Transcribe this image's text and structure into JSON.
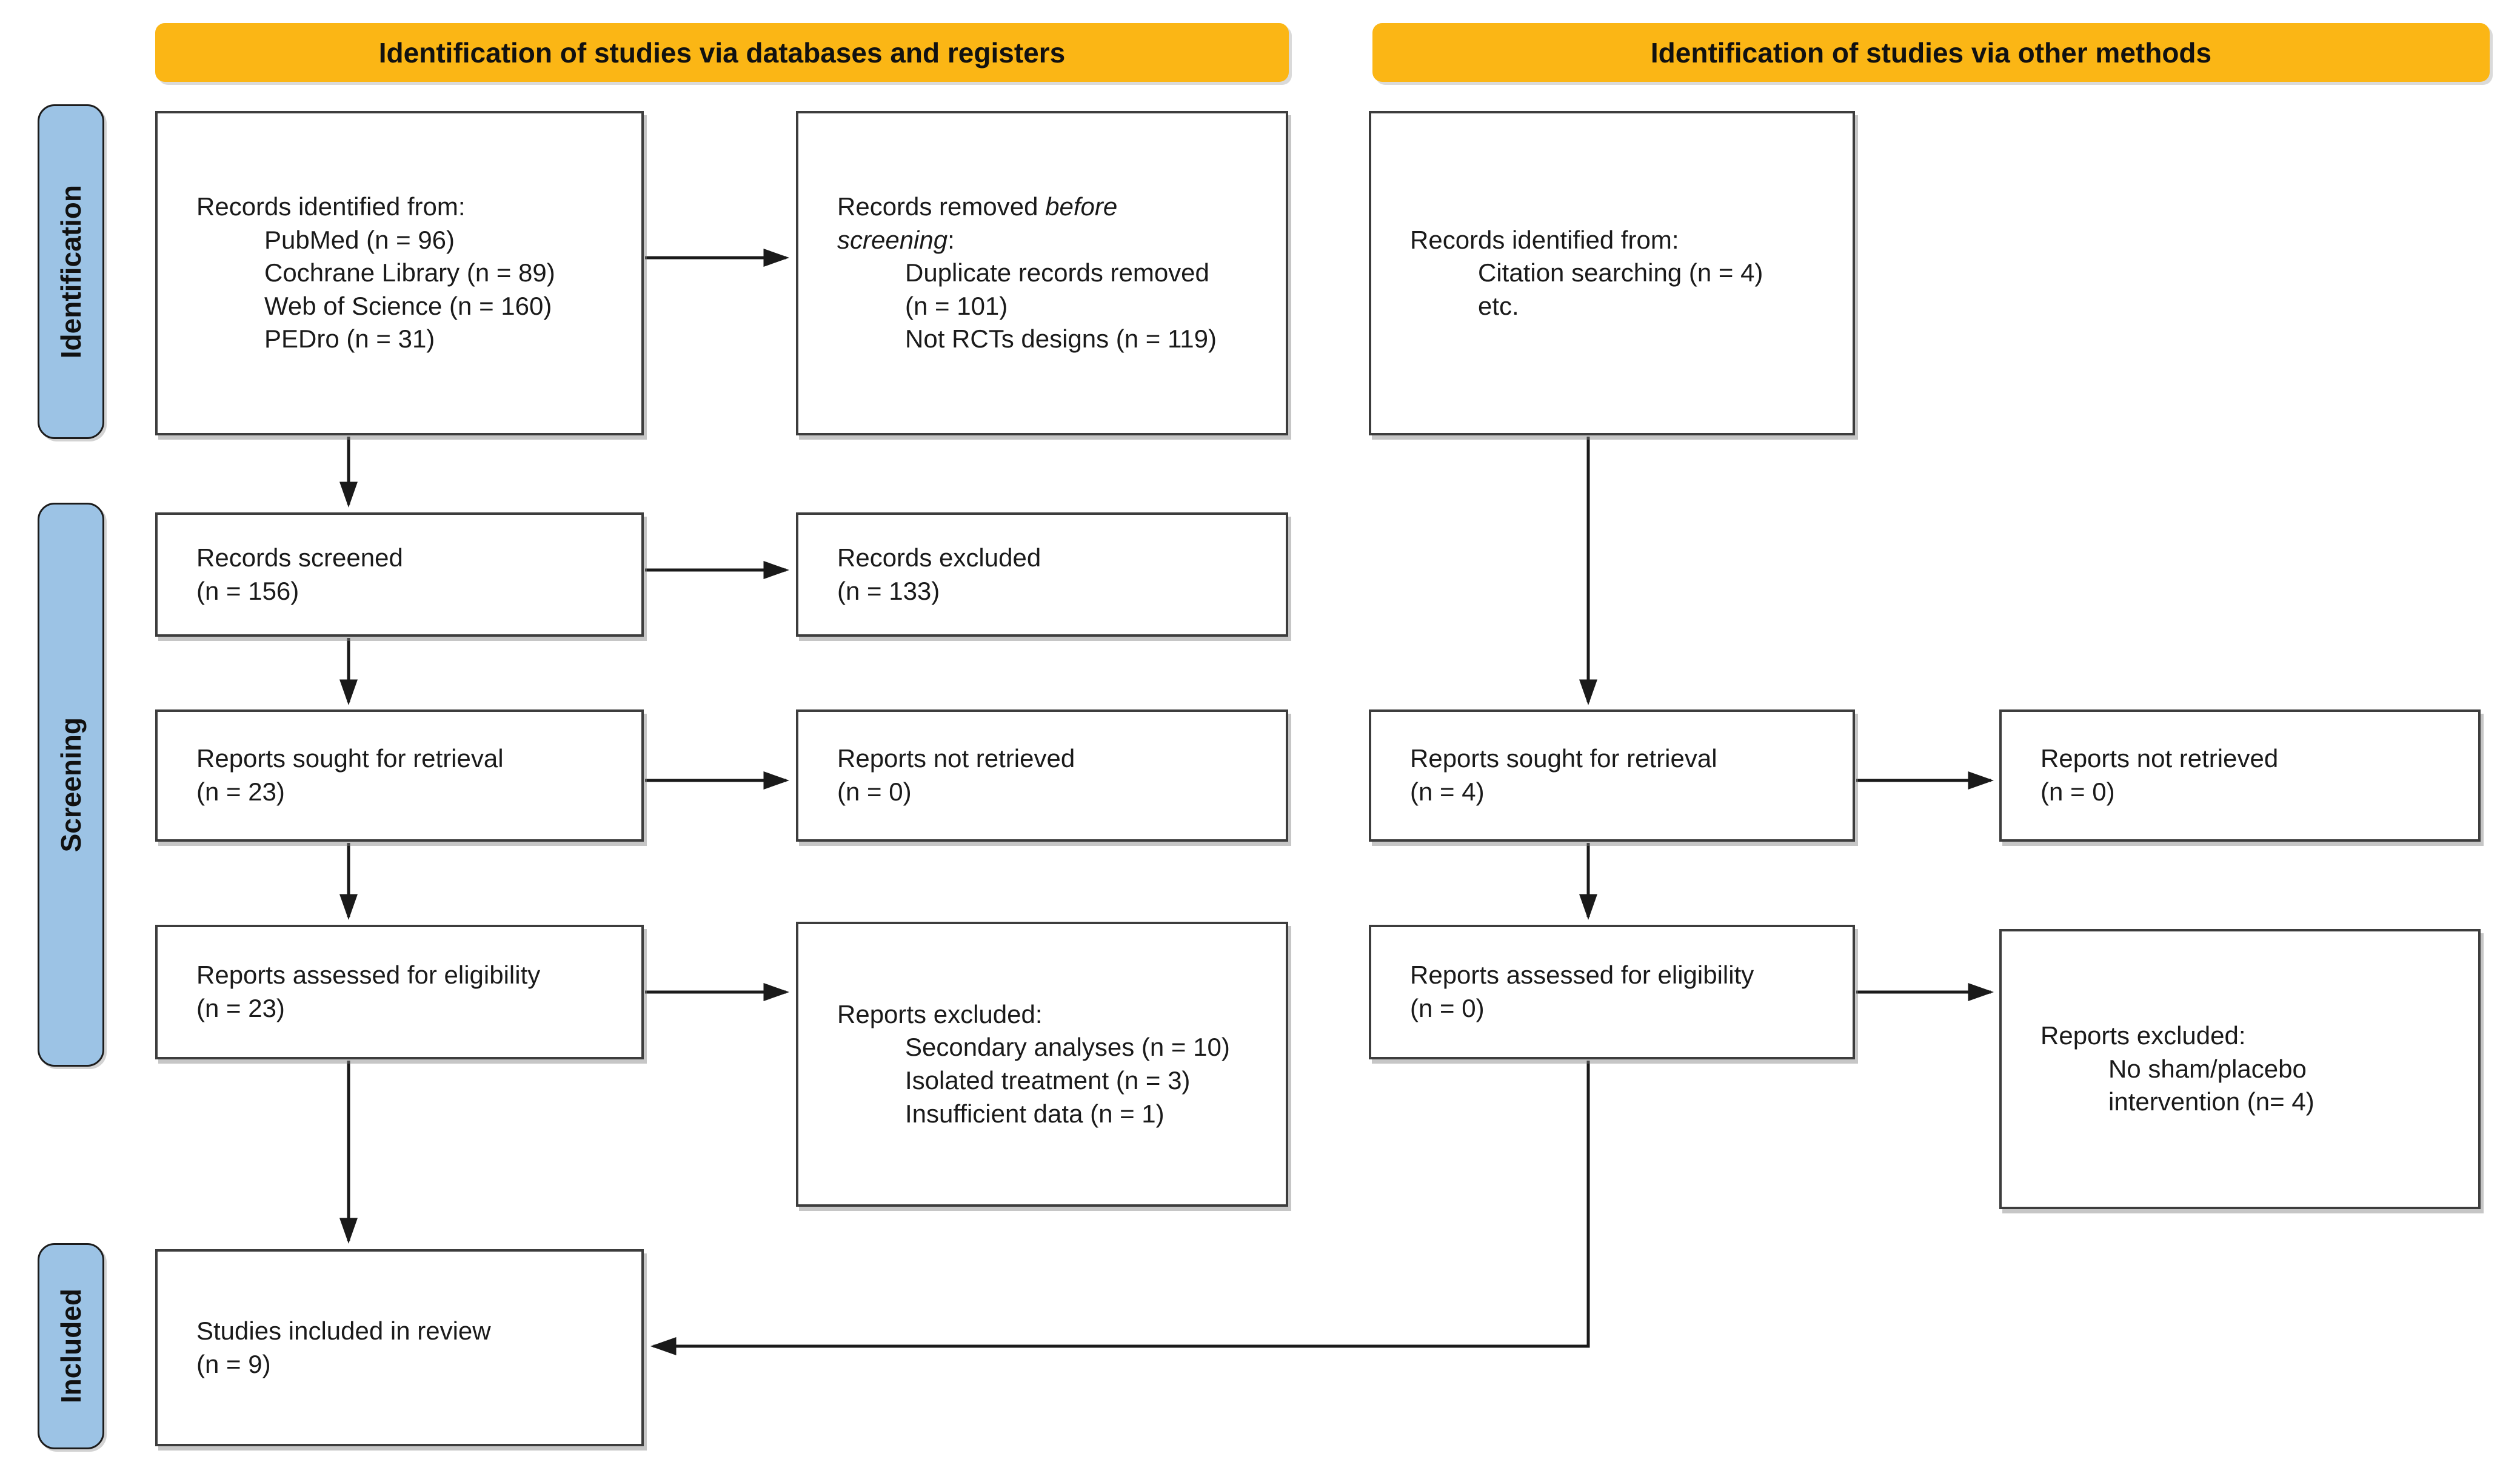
{
  "banners": [
    {
      "id": "databases",
      "label": "Identification of studies via databases and registers"
    },
    {
      "id": "other",
      "label": "Identification of studies via other methods"
    }
  ],
  "stage_labels": [
    {
      "id": "identification",
      "label": "Identification"
    },
    {
      "id": "screening",
      "label": "Screening"
    },
    {
      "id": "included",
      "label": "Included"
    }
  ],
  "colors": {
    "banner_fill": "#FBB615",
    "stage_fill": "#9CC3E5",
    "box_border": "#3d3d3d",
    "arrow": "#1a1a1a"
  },
  "boxes": [
    {
      "id": "records-identified-databases",
      "lines": [
        {
          "segs": [
            {
              "t": "Records identified from:"
            }
          ]
        },
        {
          "indent": 1,
          "segs": [
            {
              "t": "PubMed (n = 96)"
            }
          ]
        },
        {
          "indent": 1,
          "segs": [
            {
              "t": "Cochrane Library (n = 89)"
            }
          ]
        },
        {
          "indent": 1,
          "segs": [
            {
              "t": "Web of Science (n = 160)"
            }
          ]
        },
        {
          "indent": 1,
          "segs": [
            {
              "t": "PEDro (n = 31)"
            }
          ]
        }
      ]
    },
    {
      "id": "records-removed",
      "lines": [
        {
          "segs": [
            {
              "t": "Records removed "
            },
            {
              "t": "before",
              "italic": true
            }
          ]
        },
        {
          "segs": [
            {
              "t": "screening",
              "italic": true
            },
            {
              "t": ":"
            }
          ]
        },
        {
          "indent": 1,
          "segs": [
            {
              "t": "Duplicate records removed"
            }
          ]
        },
        {
          "indent": 1,
          "segs": [
            {
              "t": "(n = 101)"
            }
          ]
        },
        {
          "indent": 1,
          "segs": [
            {
              "t": "Not RCTs designs (n = 119)"
            }
          ]
        }
      ]
    },
    {
      "id": "records-identified-other",
      "lines": [
        {
          "segs": [
            {
              "t": "Records identified from:"
            }
          ]
        },
        {
          "indent": 1,
          "segs": [
            {
              "t": "Citation searching (n = 4)"
            }
          ]
        },
        {
          "indent": 1,
          "segs": [
            {
              "t": "etc."
            }
          ]
        }
      ]
    },
    {
      "id": "records-screened",
      "lines": [
        {
          "segs": [
            {
              "t": "Records screened"
            }
          ]
        },
        {
          "segs": [
            {
              "t": "(n = 156)"
            }
          ]
        }
      ]
    },
    {
      "id": "records-excluded",
      "lines": [
        {
          "segs": [
            {
              "t": "Records excluded"
            }
          ]
        },
        {
          "segs": [
            {
              "t": "(n = 133)"
            }
          ]
        }
      ]
    },
    {
      "id": "reports-sought-db",
      "lines": [
        {
          "segs": [
            {
              "t": "Reports sought for retrieval"
            }
          ]
        },
        {
          "segs": [
            {
              "t": "(n = 23)"
            }
          ]
        }
      ]
    },
    {
      "id": "reports-not-retrieved-db",
      "lines": [
        {
          "segs": [
            {
              "t": "Reports not retrieved"
            }
          ]
        },
        {
          "segs": [
            {
              "t": "(n = 0)"
            }
          ]
        }
      ]
    },
    {
      "id": "reports-sought-other",
      "lines": [
        {
          "segs": [
            {
              "t": "Reports sought for retrieval"
            }
          ]
        },
        {
          "segs": [
            {
              "t": "(n = 4)"
            }
          ]
        }
      ]
    },
    {
      "id": "reports-not-retrieved-other",
      "lines": [
        {
          "segs": [
            {
              "t": "Reports not retrieved"
            }
          ]
        },
        {
          "segs": [
            {
              "t": "(n = 0)"
            }
          ]
        }
      ]
    },
    {
      "id": "reports-assessed-db",
      "lines": [
        {
          "segs": [
            {
              "t": "Reports assessed for eligibility"
            }
          ]
        },
        {
          "segs": [
            {
              "t": "(n = 23)"
            }
          ]
        }
      ]
    },
    {
      "id": "reports-excluded-db",
      "lines": [
        {
          "segs": [
            {
              "t": "Reports excluded:"
            }
          ]
        },
        {
          "indent": 1,
          "segs": [
            {
              "t": "Secondary analyses (n = 10)"
            }
          ]
        },
        {
          "indent": 1,
          "segs": [
            {
              "t": "Isolated treatment (n = 3)"
            }
          ]
        },
        {
          "indent": 1,
          "segs": [
            {
              "t": "Insufficient data (n = 1)"
            }
          ]
        }
      ]
    },
    {
      "id": "reports-assessed-other",
      "lines": [
        {
          "segs": [
            {
              "t": "Reports assessed for eligibility"
            }
          ]
        },
        {
          "segs": [
            {
              "t": "(n = 0)"
            }
          ]
        }
      ]
    },
    {
      "id": "reports-excluded-other",
      "lines": [
        {
          "segs": [
            {
              "t": "Reports excluded:"
            }
          ]
        },
        {
          "indent": 1,
          "segs": [
            {
              "t": "No sham/placebo"
            }
          ]
        },
        {
          "indent": 1,
          "segs": [
            {
              "t": "intervention (n= 4)"
            }
          ]
        }
      ]
    },
    {
      "id": "studies-included",
      "lines": [
        {
          "segs": [
            {
              "t": "Studies included in review"
            }
          ]
        },
        {
          "segs": [
            {
              "t": "(n = 9)"
            }
          ]
        }
      ]
    }
  ]
}
